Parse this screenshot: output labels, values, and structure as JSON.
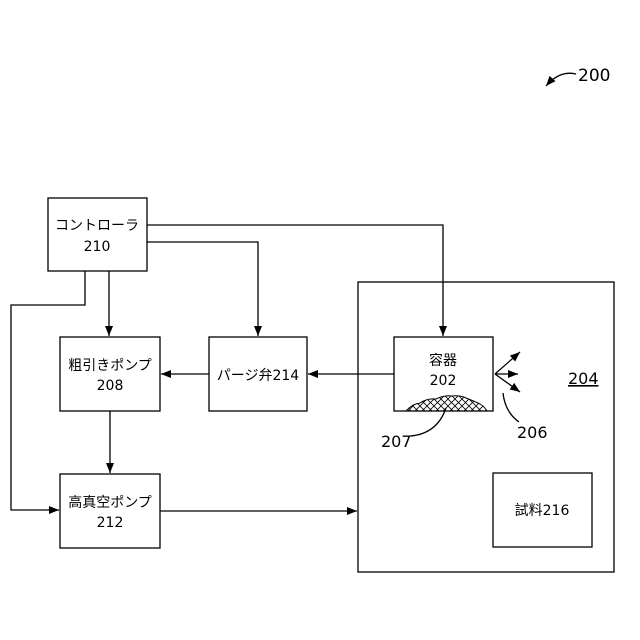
{
  "figure_ref": "200",
  "blocks": {
    "controller": {
      "name": "コントローラ",
      "number": "210"
    },
    "roughing_pump": {
      "name": "粗引きポンプ",
      "number": "208"
    },
    "purge_valve": {
      "label": "パージ弁214"
    },
    "high_vacuum_pump": {
      "name": "高真空ポンプ",
      "number": "212"
    },
    "chamber": {
      "number": "204"
    },
    "container": {
      "name": "容器",
      "number": "202"
    },
    "sample": {
      "label": "試料216"
    }
  },
  "callouts": {
    "material": "207",
    "emission": "206"
  }
}
